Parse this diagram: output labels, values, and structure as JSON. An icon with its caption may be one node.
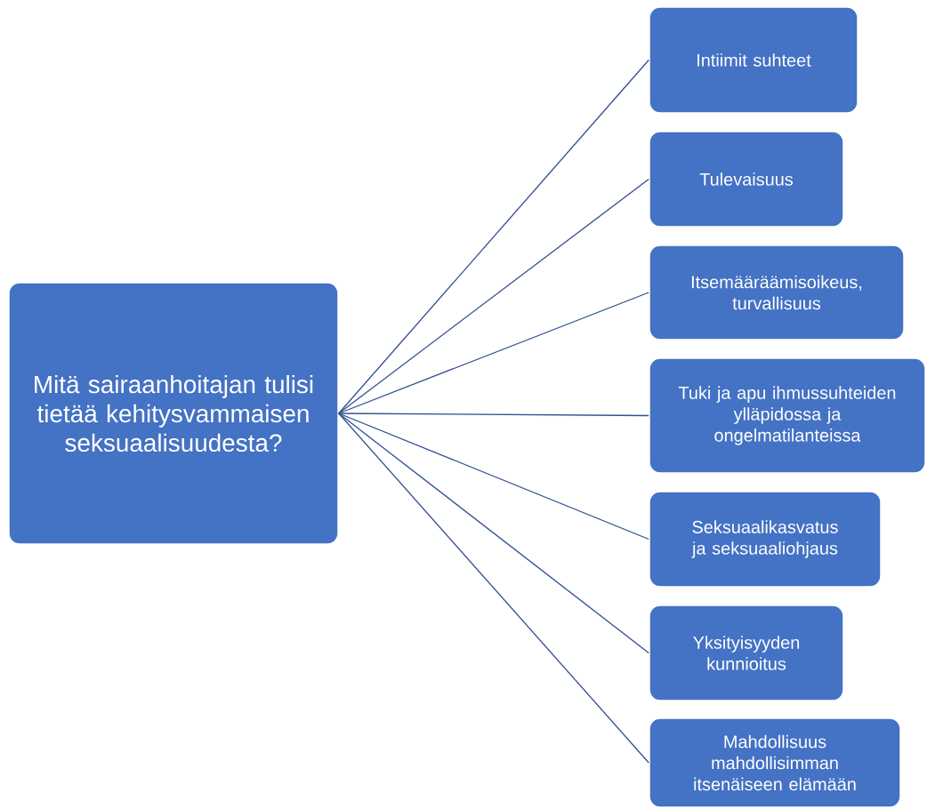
{
  "diagram": {
    "nodes": [
      {
        "text": [
          "Mitä sairaanhoitajan tulisi tietää kehitysvammaisen seksuaalisuudesta?"
        ]
      },
      {
        "text": [
          "Intiimit suhteet"
        ]
      },
      {
        "text": [
          "Tulevaisuus"
        ]
      },
      {
        "text": [
          "Itsemääräämisoikeus, turvallisuus"
        ]
      },
      {
        "text": [
          "Tuki ja apu ihmussuhteiden ylläpidossa ja ongelmatilanteissa"
        ]
      },
      {
        "text": [
          "Seksuaalikasvatus ja seksuaaliohjaus"
        ]
      },
      {
        "text": [
          "Yksityisyyden kunnioitus"
        ]
      },
      {
        "text": [
          "Mahdollisuus mahdollisimman itsenäiseen elämään"
        ]
      }
    ],
    "edges": [
      {
        "from": 0,
        "to": 1,
        "arrow": "none"
      },
      {
        "from": 0,
        "to": 2,
        "arrow": "none"
      },
      {
        "from": 0,
        "to": 3,
        "arrow": "none"
      },
      {
        "from": 0,
        "to": 4,
        "arrow": "none"
      },
      {
        "from": 0,
        "to": 5,
        "arrow": "none"
      },
      {
        "from": 0,
        "to": 6,
        "arrow": "none"
      },
      {
        "from": 0,
        "to": 7,
        "arrow": "none"
      }
    ]
  }
}
